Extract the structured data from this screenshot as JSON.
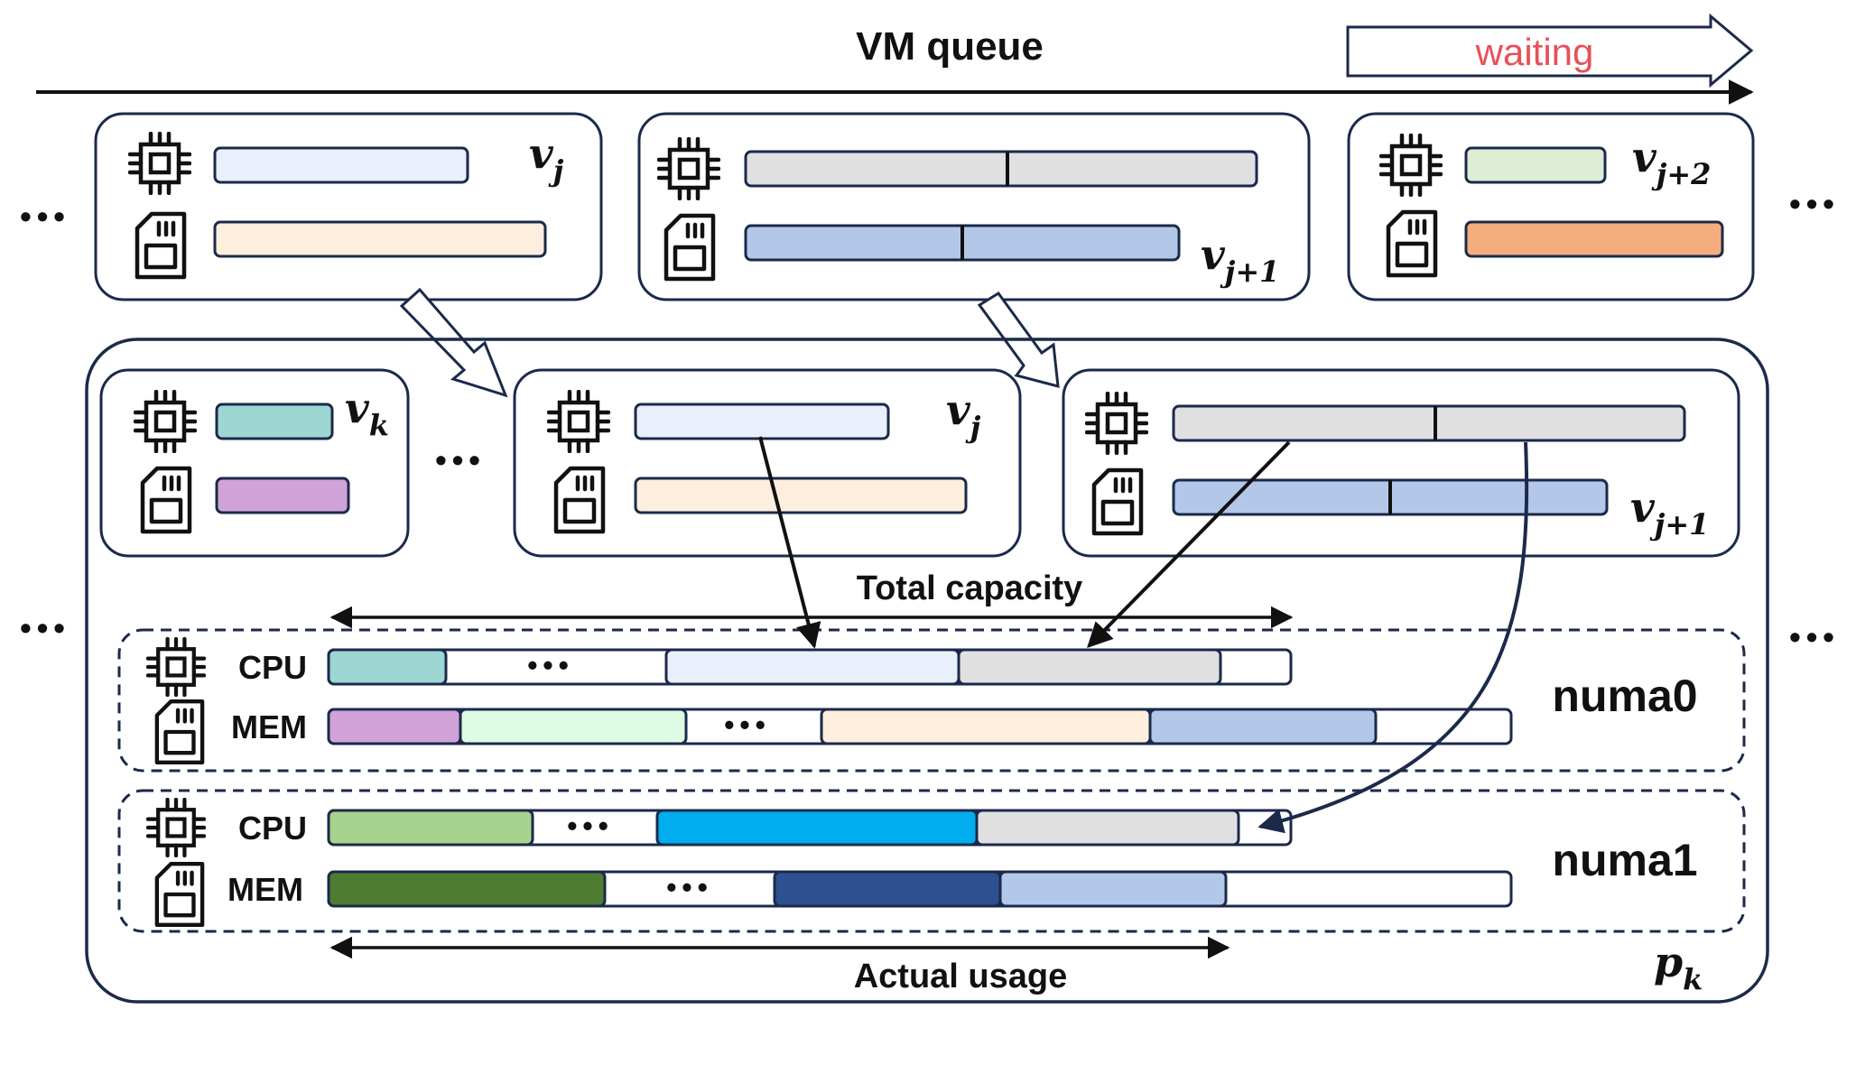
{
  "header": {
    "title": "VM queue",
    "waiting_label": "waiting"
  },
  "ellipsis": "•••",
  "queue": {
    "vm_j": {
      "label_main": "v",
      "label_sub": "j"
    },
    "vm_j1": {
      "label_main": "v",
      "label_sub": "j+1"
    },
    "vm_j2": {
      "label_main": "v",
      "label_sub": "j+2"
    }
  },
  "host": {
    "label_main": "p",
    "label_sub": "k",
    "vm_k": {
      "label_main": "v",
      "label_sub": "k"
    },
    "vm_j": {
      "label_main": "v",
      "label_sub": "j"
    },
    "vm_j1": {
      "label_main": "v",
      "label_sub": "j+1"
    },
    "total_capacity_label": "Total capacity",
    "actual_usage_label": "Actual usage",
    "numa0": {
      "name": "numa0",
      "cpu_label": "CPU",
      "mem_label": "MEM"
    },
    "numa1": {
      "name": "numa1",
      "cpu_label": "CPU",
      "mem_label": "MEM"
    }
  },
  "colors": {
    "line": "#1b2a4a",
    "waiting": "#e8505b",
    "vm_j_cpu": "#e9f0fb",
    "vm_j_mem": "#fdeedd",
    "vm_j1_cpu": "#e0e0e0",
    "vm_j1_mem": "#b3c7e8",
    "vm_j2_cpu": "#deedd5",
    "vm_j2_mem": "#f4ad7f",
    "vm_k_cpu": "#9dd6d2",
    "vm_k_mem": "#d0a3d8",
    "light_green": "#defbe3",
    "green": "#a8d38e",
    "cyan": "#00aeef",
    "dark_green": "#4e7d32",
    "navy": "#2e5090"
  }
}
